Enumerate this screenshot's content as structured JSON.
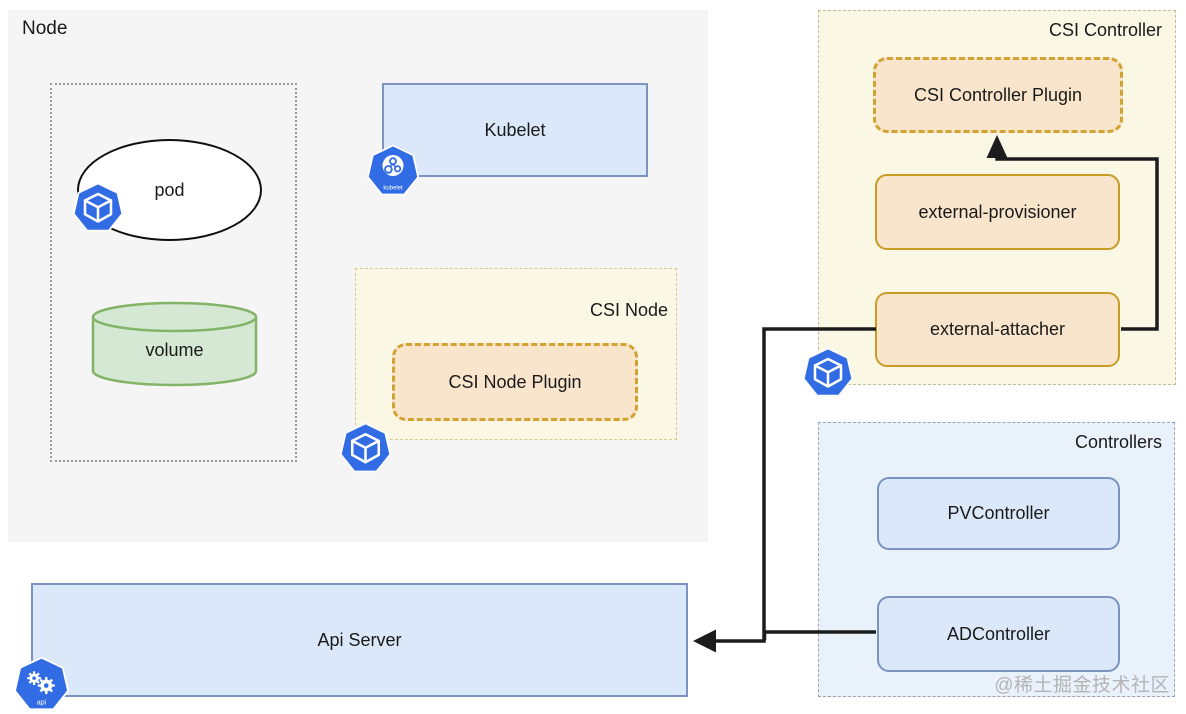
{
  "node": {
    "label": "Node",
    "pod": {
      "label": "pod"
    },
    "volume": {
      "label": "volume"
    },
    "kubelet": {
      "label": "Kubelet"
    },
    "csi_node": {
      "label": "CSI Node",
      "plugin_label": "CSI Node Plugin"
    }
  },
  "csi_controller": {
    "label": "CSI Controller",
    "plugin_label": "CSI Controller Plugin",
    "provisioner_label": "external-provisioner",
    "attacher_label": "external-attacher"
  },
  "controllers": {
    "label": "Controllers",
    "pv_label": "PVController",
    "ad_label": "ADController"
  },
  "api_server": {
    "label": "Api Server"
  },
  "watermark": "@稀土掘金技术社区",
  "icons": {
    "pod_icon": "kubernetes-pod",
    "kubelet_icon": "kubernetes-kubelet",
    "api_server_icon": "kubernetes-api-server",
    "kubelet_caption": "kubelet",
    "api_caption": "api"
  },
  "connections": [
    {
      "from": "external-attacher",
      "to": "CSI Controller Plugin"
    },
    {
      "from": "external-attacher",
      "to": "Api Server"
    },
    {
      "from": "ADController",
      "to": "Api Server"
    }
  ],
  "colors": {
    "kubernetes_blue": "#326ce5",
    "node_bg": "#f5f5f5",
    "blue_fill": "#dbe8fa",
    "blue_border": "#7b93c0",
    "green_fill": "#d5e8d4",
    "green_border": "#82b366",
    "orange_fill": "#f9e5cc",
    "gold_dashed_border": "#d2a331",
    "gold_solid_border": "#c89c27",
    "cream_bg": "#fbf7e5",
    "controllers_bg": "#e9f2fb",
    "arrow": "#1c1c1c"
  }
}
